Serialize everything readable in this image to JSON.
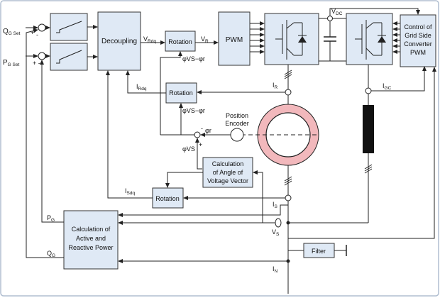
{
  "frame_color": "#b0bed0",
  "block_fill": "#dfe9f5",
  "stator_ring_color": "#f2b8bc",
  "inputs": {
    "q_g_set": {
      "main": "Q",
      "sub": "G Set"
    },
    "p_g_set": {
      "main": "P",
      "sub": "G Set"
    },
    "sum_sign_plus": "+",
    "sum_sign_minus": "-",
    "sum_sign_pm": "+ -"
  },
  "blocks": {
    "decoupling": "Decoupling",
    "rotation_top": "Rotation",
    "pwm": "PWM",
    "rotation_mid": "Rotation",
    "position_encoder": [
      "Position",
      "Encoder"
    ],
    "calc_angle": [
      "Calculation",
      "of Angle of",
      "Voltage Vector"
    ],
    "rotation_bottom": "Rotation",
    "calc_power": [
      "Calculation of",
      "Active and",
      "Reactive Power"
    ],
    "filter": "Filter",
    "grid_control": [
      "Control of",
      "Grid Side",
      "Converter",
      "PWM"
    ]
  },
  "signals": {
    "v_rdq": {
      "main": "V",
      "sub": "Rdq"
    },
    "v_r": {
      "main": "V",
      "sub": "R"
    },
    "v_dc": {
      "main": "V",
      "sub": "DC"
    },
    "i_rdq": {
      "main": "I",
      "sub": "Rdq"
    },
    "i_r": {
      "main": "I",
      "sub": "R"
    },
    "i_gc": {
      "main": "I",
      "sub": "GC"
    },
    "phi_vs_minus_phi_r_top": "φVS−φr",
    "phi_vs_minus_phi_r_mid": "φVS−φr",
    "phi_r": "φr",
    "phi_vs": "φVS",
    "i_sdq": {
      "main": "I",
      "sub": "Sdq"
    },
    "i_s": {
      "main": "I",
      "sub": "S"
    },
    "v_s": {
      "main": "V",
      "sub": "S"
    },
    "p_g": {
      "main": "P",
      "sub": "G"
    },
    "q_g": {
      "main": "Q",
      "sub": "G"
    },
    "i_n": {
      "main": "I",
      "sub": "N"
    }
  }
}
